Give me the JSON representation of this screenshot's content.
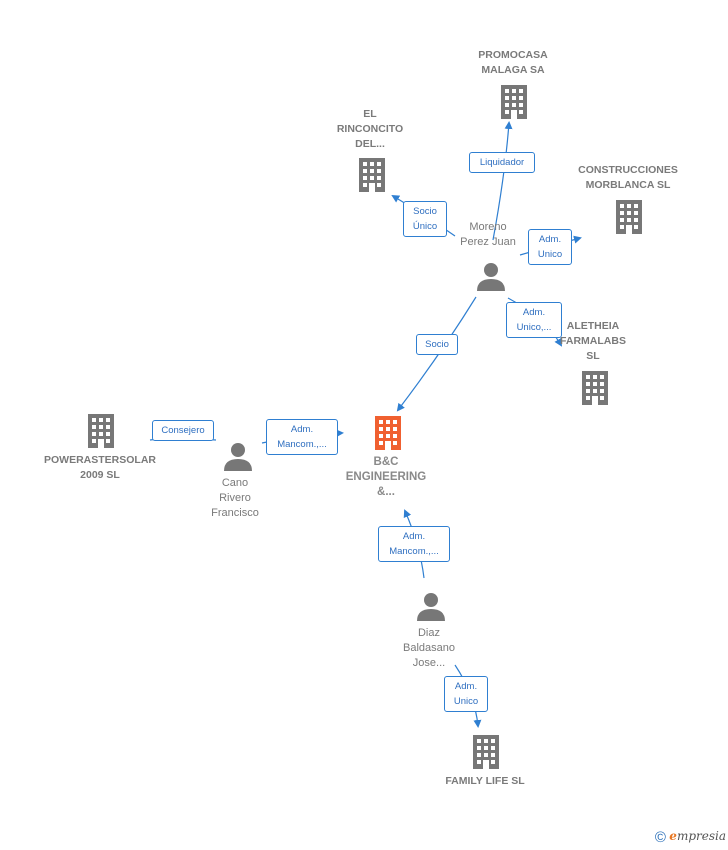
{
  "nodes": {
    "promocasa": "PROMOCASA MALAGA SA",
    "rinconcito": "EL RINCONCITO DEL...",
    "construcciones": "CONSTRUCCIONES MORBLANCA SL",
    "moreno": "Moreno Perez Juan",
    "aletheia": "ALETHEIA FARMALABS SL",
    "powerastersolar": "POWERASTERSOLAR 2009 SL",
    "cano": "Cano Rivero Francisco",
    "bc": "B&C ENGINEERING &...",
    "diaz": "Diaz Baldasano Jose...",
    "family": "FAMILY LIFE SL"
  },
  "node_lines": {
    "promocasa": [
      "PROMOCASA",
      "MALAGA SA"
    ],
    "rinconcito": [
      "EL",
      "RINCONCITO",
      "DEL..."
    ],
    "construcciones": [
      "CONSTRUCCIONES",
      "MORBLANCA SL"
    ],
    "moreno": [
      "Moreno",
      "Perez Juan"
    ],
    "aletheia": [
      "ALETHEIA",
      "FARMALABS",
      "SL"
    ],
    "powerastersolar": [
      "POWERASTERSOLAR",
      "2009 SL"
    ],
    "cano": [
      "Cano",
      "Rivero",
      "Francisco"
    ],
    "bc": [
      "B&C",
      "ENGINEERING",
      "&..."
    ],
    "diaz": [
      "Diaz",
      "Baldasano",
      "Jose..."
    ],
    "family": [
      "FAMILY LIFE SL"
    ]
  },
  "edges": {
    "liquidador": [
      "Liquidador"
    ],
    "socio_unico": [
      "Socio",
      "Único"
    ],
    "adm_unico_construcciones": [
      "Adm.",
      "Unico"
    ],
    "adm_unico_aletheia": [
      "Adm.",
      "Unico,..."
    ],
    "socio": [
      "Socio"
    ],
    "consejero": [
      "Consejero"
    ],
    "adm_mancom_cano": [
      "Adm.",
      "Mancom.,..."
    ],
    "adm_mancom_diaz": [
      "Adm.",
      "Mancom.,..."
    ],
    "adm_unico_family": [
      "Adm.",
      "Unico"
    ]
  },
  "colors": {
    "edge": "#2f7fd1",
    "building": "#777777",
    "building_main": "#f06030",
    "person": "#777777"
  },
  "footer": {
    "copyright_symbol": "©",
    "brand_e": "e",
    "brand_rest": "mpresia"
  }
}
